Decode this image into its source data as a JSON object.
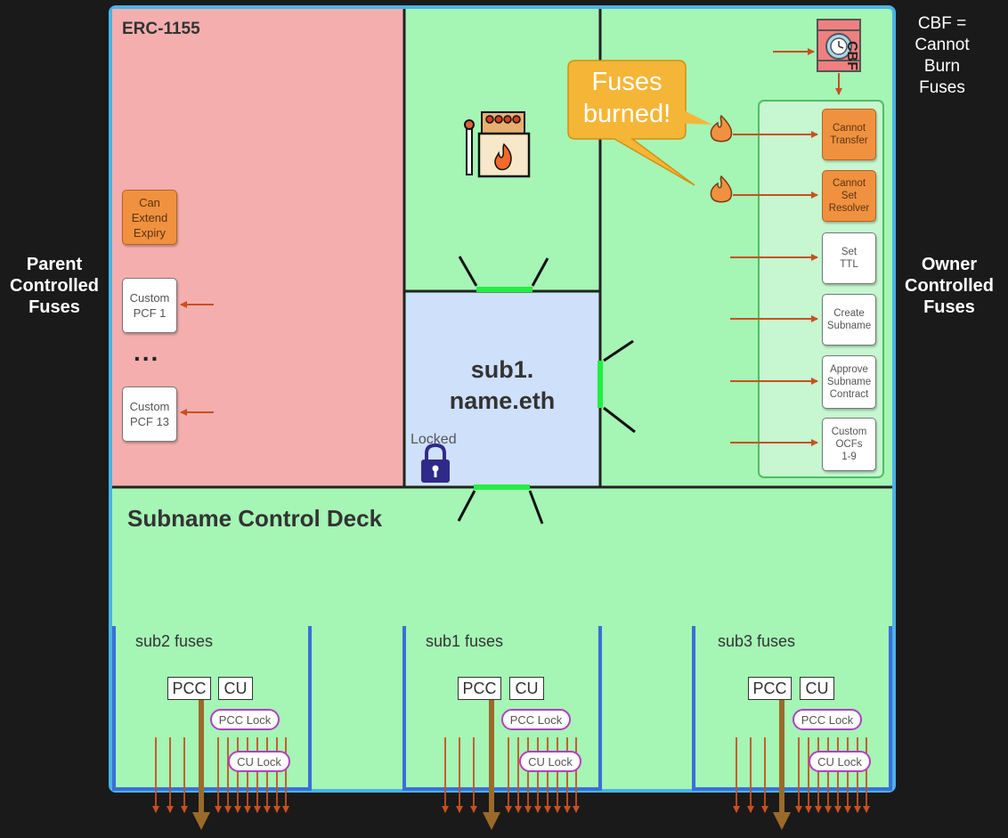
{
  "left_label": [
    "Parent",
    "Controlled",
    "Fuses"
  ],
  "right_label": [
    "Owner",
    "Controlled",
    "Fuses"
  ],
  "cbf_note": [
    "CBF =",
    "Cannot",
    "Burn",
    "Fuses"
  ],
  "cbf_tag": "CBF",
  "erc_title": "ERC-1155",
  "parent_fuses": {
    "can_extend": [
      "Can",
      "Extend",
      "Expiry"
    ],
    "custom_pcf_1": [
      "Custom",
      "PCF 1"
    ],
    "ellipsis": "...",
    "custom_pcf_13": [
      "Custom",
      "PCF 13"
    ]
  },
  "callout": [
    "Fuses",
    "burned!"
  ],
  "owner_fuses": [
    {
      "lines": [
        "Cannot",
        "Transfer"
      ],
      "burned": true
    },
    {
      "lines": [
        "Cannot",
        "Set",
        "Resolver"
      ],
      "burned": true
    },
    {
      "lines": [
        "Set",
        "TTL"
      ],
      "burned": false
    },
    {
      "lines": [
        "Create",
        "Subname"
      ],
      "burned": false
    },
    {
      "lines": [
        "Approve",
        "Subname",
        "Contract"
      ],
      "burned": false
    },
    {
      "lines": [
        "Custom",
        "OCFs",
        "1-9"
      ],
      "burned": false
    }
  ],
  "center_name": [
    "sub1.",
    "name.eth"
  ],
  "locked_label": "Locked",
  "deck_title": "Subname Control Deck",
  "subs": [
    {
      "label": "sub2 fuses",
      "pcc": "PCC",
      "cu": "CU",
      "pcc_lock": "PCC Lock",
      "cu_lock": "CU Lock"
    },
    {
      "label": "sub1 fuses",
      "pcc": "PCC",
      "cu": "CU",
      "pcc_lock": "PCC Lock",
      "cu_lock": "CU Lock"
    },
    {
      "label": "sub3 fuses",
      "pcc": "PCC",
      "cu": "CU",
      "pcc_lock": "PCC Lock",
      "cu_lock": "CU Lock"
    }
  ],
  "colors": {
    "background": "#1a1a1a",
    "parent_panel": "#f4aeae",
    "owner_panel": "#a5f5b5",
    "center_panel": "#cfe0fb",
    "fuse_orange": "#f0913f",
    "arrow": "#c8501f",
    "frame_blue": "#3a6fd8",
    "lock_purple": "#b040c0",
    "glow_green": "#22ee44"
  }
}
